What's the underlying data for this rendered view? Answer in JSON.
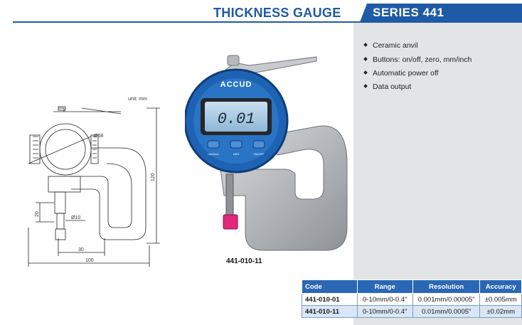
{
  "header": {
    "title": "THICKNESS GAUGE",
    "series": "SERIES 441"
  },
  "features": [
    "Ceramic anvil",
    "Buttons: on/off, zero, mm/inch",
    "Automatic power off",
    "Data output"
  ],
  "drawing": {
    "unit_label": "unit: mm",
    "dims": {
      "dia58": "Ø58",
      "h120": "120",
      "h20": "20",
      "dia10": "Ø10",
      "w30": "30",
      "w100": "100"
    }
  },
  "product": {
    "brand": "ACCUD",
    "display_value": "0.01",
    "buttons": [
      "mm/inch",
      "ABS",
      "ON/OFF"
    ],
    "model": "441-010-11"
  },
  "table": {
    "headers": [
      "Code",
      "Range",
      "Resolution",
      "Accuracy"
    ],
    "rows": [
      [
        "441-010-01",
        "0-10mm/0-0.4\"",
        "0.001mm/0.00005\"",
        "±0.005mm"
      ],
      [
        "441-010-11",
        "0-10mm/0-0.4\"",
        "0.01mm/0.0005\"",
        "±0.02mm"
      ]
    ]
  },
  "colors": {
    "accent": "#1f5aa6",
    "panel": "#e3e4e6",
    "table_header": "#2a67b4"
  }
}
